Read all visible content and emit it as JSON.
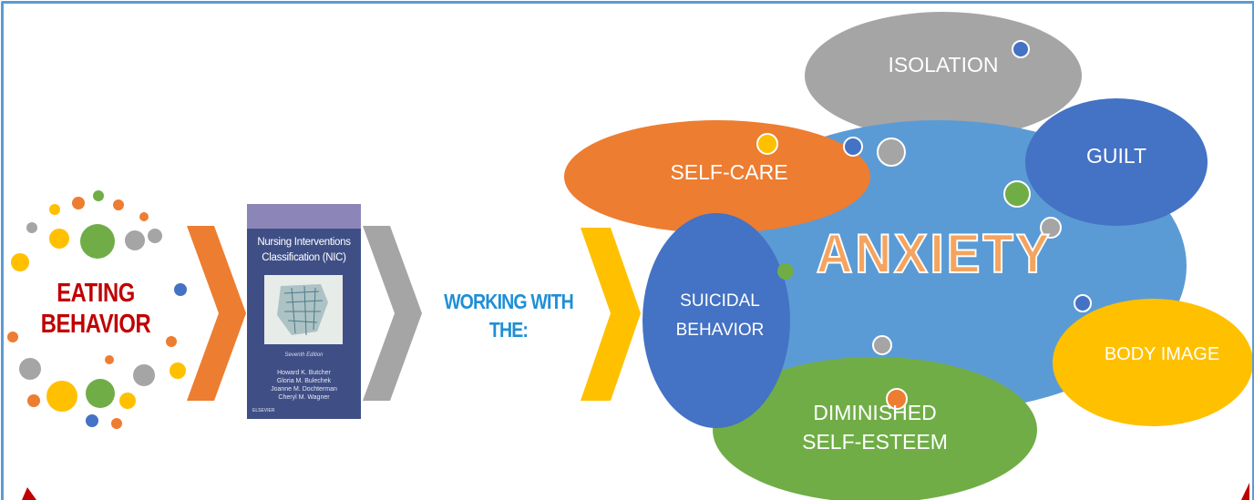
{
  "diagram": {
    "source": {
      "label_lines": [
        "EATING",
        "BEHAVIOR"
      ],
      "color": "#c00000"
    },
    "book": {
      "title_lines": [
        "Nursing Interventions",
        "Classification (NIC)"
      ],
      "edition": "Seventh Edition",
      "authors": [
        "Howard K. Butcher",
        "Gloria M. Bulechek",
        "Joanne M. Dochterman",
        "Cheryl M. Wagner"
      ],
      "publisher": "ELSEVIER"
    },
    "connector": {
      "label_lines": [
        "WORKING WITH",
        "THE:"
      ],
      "color": "#1f8fd6"
    },
    "center": {
      "label": "ANXIETY",
      "color": "#5b9bd5",
      "text_color": "#f4a460"
    },
    "bubbles": {
      "isolation": {
        "label": "ISOLATION",
        "color": "#a5a5a5"
      },
      "guilt": {
        "label": "GUILT",
        "color": "#4472c4"
      },
      "self_care": {
        "label": "SELF-CARE",
        "color": "#ed7d31"
      },
      "suicidal": {
        "label_lines": [
          "SUICIDAL",
          "BEHAVIOR"
        ],
        "color": "#4472c4"
      },
      "body_image": {
        "label": "BODY IMAGE",
        "color": "#ffc000"
      },
      "diminished": {
        "label_lines": [
          "DIMINISHED",
          "SELF-ESTEEM"
        ],
        "color": "#70ad47"
      }
    },
    "arrows": {
      "colors": [
        "#ed7d31",
        "#a5a5a5",
        "#ffc000"
      ]
    },
    "frame_color": "#5b9bd5"
  }
}
